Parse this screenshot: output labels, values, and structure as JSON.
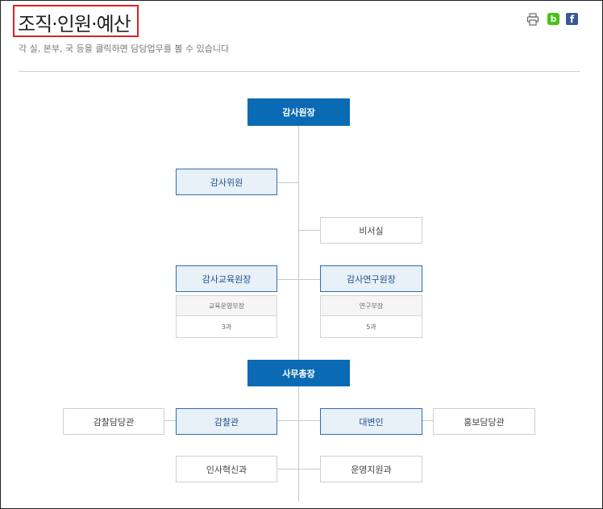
{
  "header": {
    "title": "조직·인원·예산",
    "subtitle": "각 실, 본부, 국 등을 클릭하면 담당업무를 볼 수 있습니다",
    "print_icon": "printer-icon",
    "blog_icon_label": "b",
    "facebook_icon_label": "f"
  },
  "colors": {
    "primary": "#0a6bb4",
    "highlight_border": "#e02020",
    "blog_green": "#46c31a",
    "facebook_blue": "#3b5998"
  },
  "org": {
    "chairman": "감사원장",
    "commissioner": "감사위원",
    "secretariat": "비서실",
    "education": {
      "title": "감사교육원장",
      "sub": "교육운영부장",
      "detail": "3과"
    },
    "research": {
      "title": "감사연구원장",
      "sub": "연구부장",
      "detail": "5과"
    },
    "secretary_general": "사무총장",
    "audit_officer": "감찰담당관",
    "inspector": "감찰관",
    "spokesperson": "대변인",
    "pr_officer": "홍보담당관",
    "hr_innovation": "인사혁신과",
    "operations_support": "운영지원과"
  }
}
